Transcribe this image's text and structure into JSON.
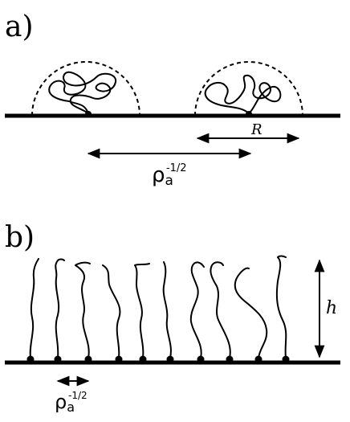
{
  "panel_a": {
    "label": "a)",
    "radius_label": "R",
    "spacing_label_base": "ρ",
    "spacing_label_sub": "a",
    "spacing_label_sup": "-1/2"
  },
  "panel_b": {
    "label": "b)",
    "height_label": "h",
    "spacing_label_base": "ρ",
    "spacing_label_sub": "a",
    "spacing_label_sup": "-1/2"
  },
  "colors": {
    "ink": "#000000",
    "background": "#ffffff"
  }
}
